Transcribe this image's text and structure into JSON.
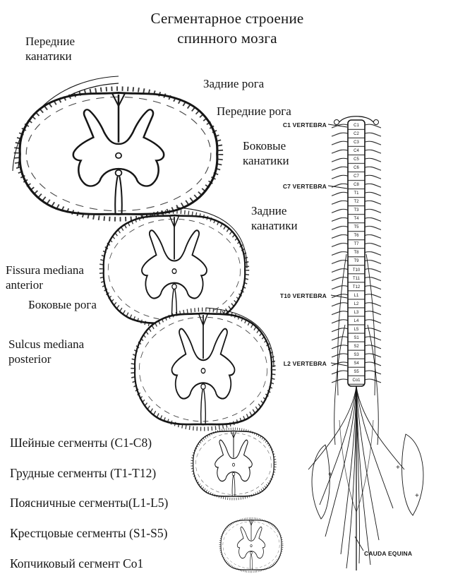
{
  "title": {
    "line1": "Сегментарное строение",
    "line2": "спинного мозга"
  },
  "labels": {
    "perednie_kanatiki": "Передние канатики",
    "zadnie_roga": "Задние рога",
    "perednie_roga": "Передние рога",
    "bokovye_kanatiki": "Боковые канатики",
    "zadnie_kanatiki": "Задние канатики",
    "fissura": "Fissura mediana anterior",
    "bokovye_roga": "Боковые рога",
    "sulcus": "Sulcus mediana posterior"
  },
  "segments_list": [
    "Шейные сегменты (C1-C8)",
    "Грудные сегменты (T1-T12)",
    "Поясничные сегменты(L1-L5)",
    "Крестцовые сегменты (S1-S5)",
    "Копчиковый сегмент Co1"
  ],
  "spine": {
    "vertebra_labels": [
      "C1 VERTEBRA",
      "C7 VERTEBRA",
      "T10 VERTEBRA",
      "L2 VERTEBRA"
    ],
    "cauda_equina": "CAUDA EQUINA",
    "segments": [
      "C1",
      "C2",
      "C3",
      "C4",
      "C5",
      "C6",
      "C7",
      "C8",
      "T1",
      "T2",
      "T3",
      "T4",
      "T5",
      "T6",
      "T7",
      "T8",
      "T9",
      "T10",
      "T11",
      "T12",
      "L1",
      "L2",
      "L3",
      "L4",
      "L5",
      "S1",
      "S2",
      "S3",
      "S4",
      "S5",
      "Co1"
    ],
    "plus_mark": "+"
  },
  "colors": {
    "ink": "#161616",
    "paper": "#ffffff"
  }
}
